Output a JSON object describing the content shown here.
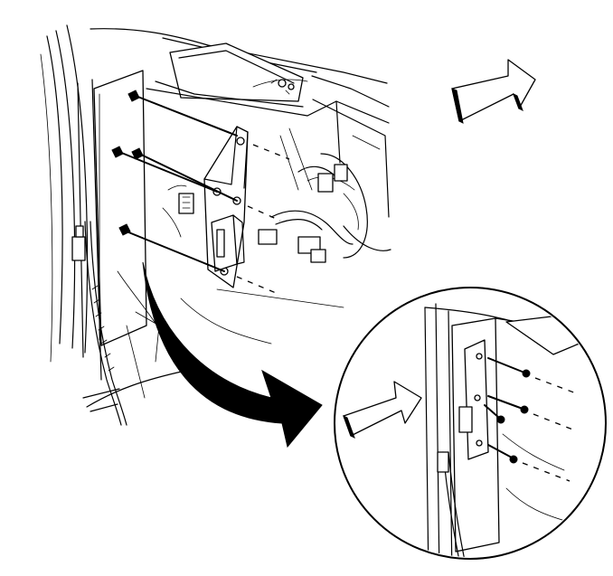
{
  "figure": {
    "description_visible_text": [],
    "palette": {
      "ink": "#000000",
      "paper": "#ffffff"
    },
    "callouts": {
      "view_arrow_main": "arrow-right",
      "detail_view": "magnified-circle",
      "detail_pointer": "curved-arrow"
    }
  }
}
